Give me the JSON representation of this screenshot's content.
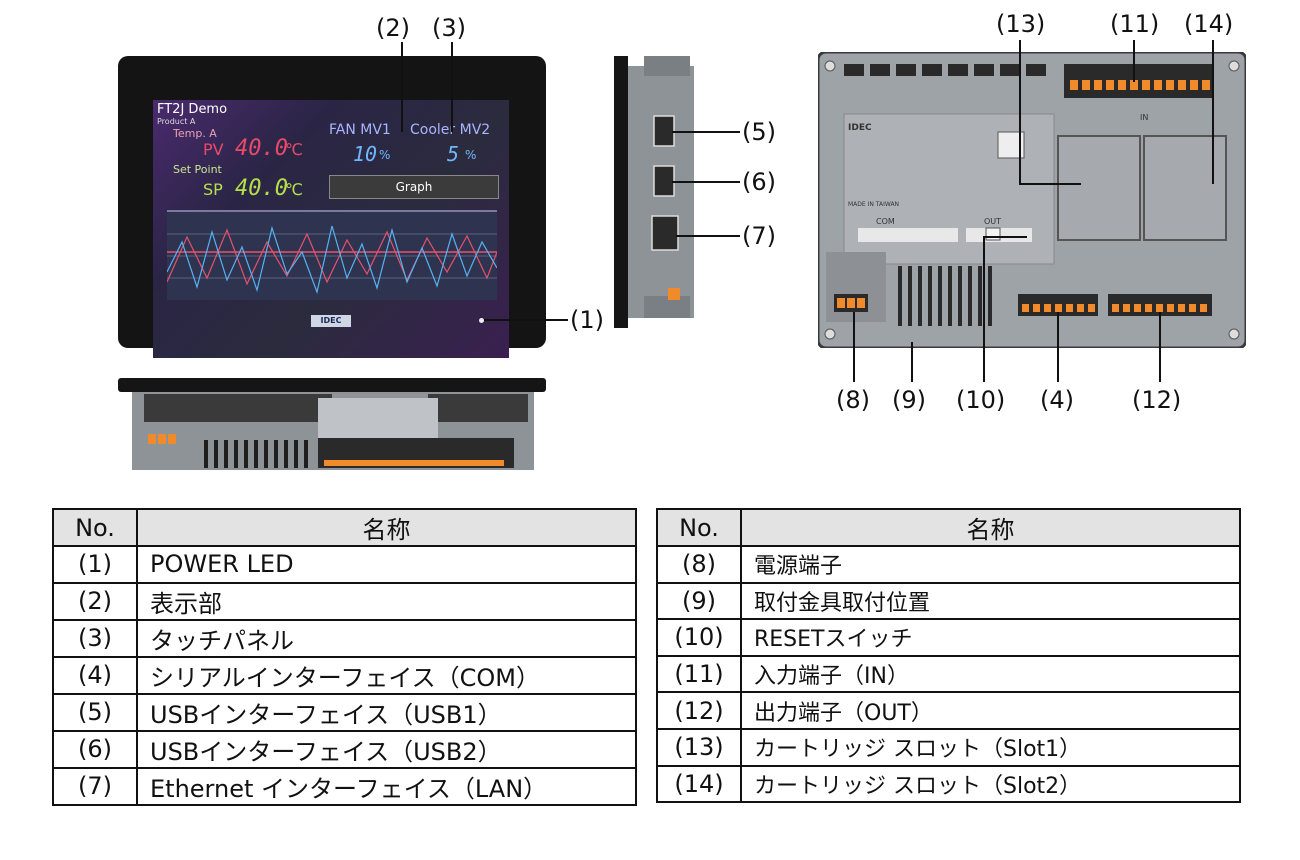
{
  "callouts": {
    "c1": "(1)",
    "c2": "(2)",
    "c3": "(3)",
    "c4": "(4)",
    "c5": "(5)",
    "c6": "(6)",
    "c7": "(7)",
    "c8": "(8)",
    "c9": "(9)",
    "c10": "(10)",
    "c11": "(11)",
    "c12": "(12)",
    "c13": "(13)",
    "c14": "(14)"
  },
  "screen": {
    "title": "FT2J Demo",
    "product": "Product A",
    "temp_label": "Temp. A",
    "pv_label": "PV",
    "pv_value": "40.0",
    "pv_unit": "℃",
    "fan_label": "FAN MV1",
    "cooler_label": "Cooler MV2",
    "fan_value": "10",
    "fan_unit": "%",
    "cooler_value": "5",
    "cooler_unit": "%",
    "setpoint_label": "Set Point",
    "sp_label": "SP",
    "sp_value": "40.0",
    "sp_unit": "℃",
    "graph_button": "Graph",
    "logo": "IDEC"
  },
  "back_labels": {
    "in": "IN",
    "com": "COM",
    "out": "OUT",
    "brand": "IDEC",
    "made_in": "MADE IN TAIWAN"
  },
  "tables": {
    "left": {
      "header_no": "No.",
      "header_name": "名称",
      "rows": [
        {
          "no": "(1)",
          "name": "POWER LED"
        },
        {
          "no": "(2)",
          "name": "表示部"
        },
        {
          "no": "(3)",
          "name": "タッチパネル"
        },
        {
          "no": "(4)",
          "name": "シリアルインターフェイス（COM）"
        },
        {
          "no": "(5)",
          "name": "USBインターフェイス（USB1）"
        },
        {
          "no": "(6)",
          "name": "USBインターフェイス（USB2）"
        },
        {
          "no": "(7)",
          "name": "Ethernet インターフェイス（LAN）"
        }
      ]
    },
    "right": {
      "header_no": "No.",
      "header_name": "名称",
      "rows": [
        {
          "no": "(8)",
          "name": "電源端子"
        },
        {
          "no": "(9)",
          "name": "取付金具取付位置"
        },
        {
          "no": "(10)",
          "name": "RESETスイッチ"
        },
        {
          "no": "(11)",
          "name": "入力端子（IN）"
        },
        {
          "no": "(12)",
          "name": "出力端子（OUT）"
        },
        {
          "no": "(13)",
          "name": "カートリッジ スロット（Slot1）"
        },
        {
          "no": "(14)",
          "name": "カートリッジ スロット（Slot2）"
        }
      ]
    }
  },
  "colors": {
    "pv_text": "#e84a6a",
    "sp_text": "#b6e04a",
    "mv_text": "#6fb8ff",
    "trend_red": "#e8506a",
    "trend_blue": "#56b2f0",
    "terminal_orange": "#f08a2a"
  }
}
